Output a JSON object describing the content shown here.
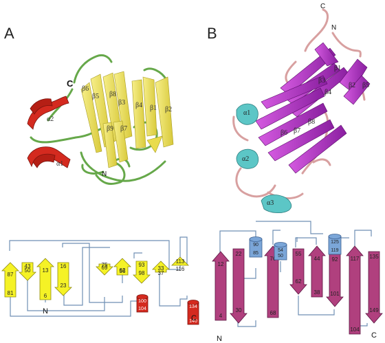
{
  "panel_a": {
    "letter": "A",
    "strand_labels": [
      "β1",
      "β2",
      "β3",
      "β4",
      "β5",
      "β6",
      "β7",
      "β8",
      "β9"
    ],
    "helix_labels": [
      "α1",
      "α2"
    ],
    "terminus_c": "C",
    "terminus_n": "N",
    "topology": {
      "strands_up": [
        [
          "87",
          "81"
        ],
        [
          "13",
          "6"
        ],
        [
          "62",
          "56"
        ],
        [
          "37",
          "33"
        ],
        [
          "116",
          "113"
        ]
      ],
      "strands_down": [
        [
          "43",
          "50"
        ],
        [
          "16",
          "23"
        ],
        [
          "69",
          "75"
        ],
        [
          "93",
          "98"
        ]
      ],
      "helices": [
        [
          "100",
          "104"
        ],
        [
          "134",
          "140"
        ]
      ],
      "terminus_n": "N",
      "terminus_c": "C"
    },
    "colors": {
      "strand": "#f2e55c",
      "strand_topo": "#f5f226",
      "helix": "#d42a1f",
      "loop": "#66a84a"
    }
  },
  "panel_b": {
    "letter": "B",
    "strand_labels": [
      "β1",
      "β2",
      "β3",
      "β4",
      "β5",
      "β6",
      "β7",
      "β8"
    ],
    "helix_labels": [
      "α1",
      "α2",
      "α3"
    ],
    "terminus_c": "C",
    "terminus_n": "N",
    "topology": {
      "strands_up": [
        [
          "12",
          "4"
        ],
        [
          "76",
          "68"
        ],
        [
          "44",
          "38"
        ],
        [
          "117",
          "104"
        ]
      ],
      "strands_down": [
        [
          "22",
          "30"
        ],
        [
          "55",
          "62"
        ],
        [
          "92",
          "101"
        ],
        [
          "135",
          "149"
        ]
      ],
      "helices": [
        [
          "90",
          "85"
        ],
        [
          "54",
          "50"
        ],
        [
          "125",
          "119"
        ]
      ],
      "terminus_n": "N",
      "terminus_c": "C"
    },
    "colors": {
      "strand": "#b830c8",
      "strand_topo": "#b0407e",
      "helix": "#5cc6c6",
      "helix_topo": "#7ba6d8",
      "loop": "#d8a0a0"
    }
  },
  "connector_color": "#6f8fb5"
}
